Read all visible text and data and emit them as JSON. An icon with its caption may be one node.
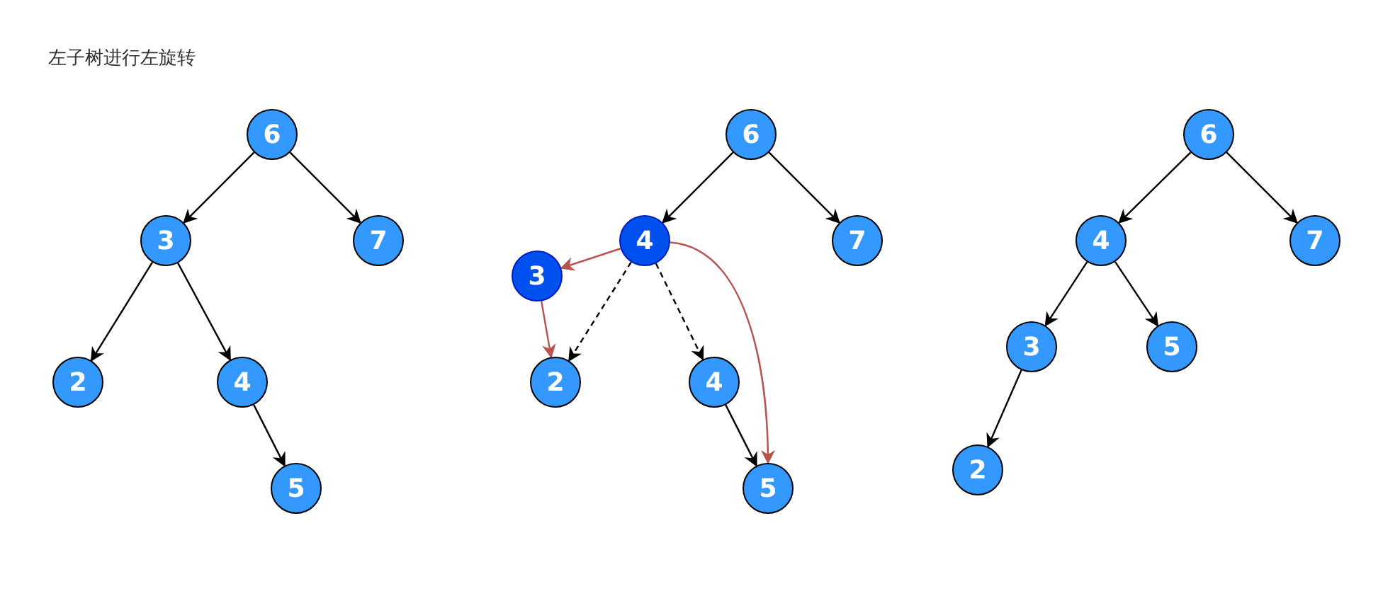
{
  "diagram": {
    "title": "左子树进行左旋转",
    "nodes": [
      {
        "text": [
          "6"
        ]
      },
      {
        "text": [
          "3"
        ]
      },
      {
        "text": [
          "7"
        ]
      },
      {
        "text": [
          "2"
        ]
      },
      {
        "text": [
          "4"
        ]
      },
      {
        "text": [
          "5"
        ]
      },
      {
        "text": [
          "6"
        ]
      },
      {
        "text": [
          "4"
        ]
      },
      {
        "text": [
          "7"
        ]
      },
      {
        "text": [
          "3"
        ]
      },
      {
        "text": [
          "2"
        ]
      },
      {
        "text": [
          "4"
        ]
      },
      {
        "text": [
          "5"
        ]
      },
      {
        "text": [
          "6"
        ]
      },
      {
        "text": [
          "4"
        ]
      },
      {
        "text": [
          "7"
        ]
      },
      {
        "text": [
          "3"
        ]
      },
      {
        "text": [
          "5"
        ]
      },
      {
        "text": [
          "2"
        ]
      }
    ],
    "edges": [
      {
        "from": 0,
        "to": 1,
        "arrow": "to"
      },
      {
        "from": 0,
        "to": 2,
        "arrow": "to"
      },
      {
        "from": 1,
        "to": 3,
        "arrow": "to"
      },
      {
        "from": 1,
        "to": 4,
        "arrow": "to"
      },
      {
        "from": 4,
        "to": 5,
        "arrow": "to"
      },
      {
        "from": 6,
        "to": 7,
        "arrow": "to"
      },
      {
        "from": 6,
        "to": 8,
        "arrow": "to"
      },
      {
        "from": 7,
        "to": 9,
        "arrow": "to",
        "color": "#b85450"
      },
      {
        "from": 9,
        "to": 10,
        "arrow": "to",
        "color": "#b85450"
      },
      {
        "from": 7,
        "to": 10,
        "arrow": "to",
        "style": "dashed"
      },
      {
        "from": 7,
        "to": 11,
        "arrow": "to",
        "style": "dashed"
      },
      {
        "from": 7,
        "to": 12,
        "arrow": "to",
        "color": "#b85450"
      },
      {
        "from": 11,
        "to": 12,
        "arrow": "to"
      },
      {
        "from": 13,
        "to": 14,
        "arrow": "to"
      },
      {
        "from": 13,
        "to": 15,
        "arrow": "to"
      },
      {
        "from": 14,
        "to": 16,
        "arrow": "to"
      },
      {
        "from": 14,
        "to": 17,
        "arrow": "to"
      },
      {
        "from": 16,
        "to": 18,
        "arrow": "to"
      }
    ]
  }
}
